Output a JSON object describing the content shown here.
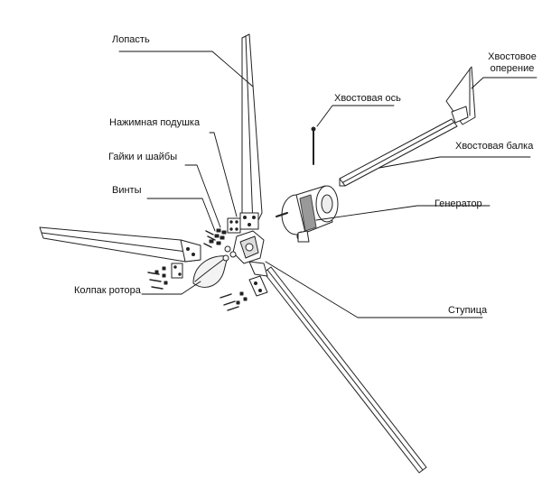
{
  "labels": {
    "blade": "Лопасть",
    "tail_fin_line1": "Хвостовое",
    "tail_fin_line2": "оперение",
    "tail_axis": "Хвостовая ось",
    "pressure_pad": "Нажимная подушка",
    "nuts_washers": "Гайки и шайбы",
    "tail_boom": "Хвостовая балка",
    "screws": "Винты",
    "generator": "Генератор",
    "rotor_cap": "Колпак ротора",
    "hub": "Ступица"
  }
}
